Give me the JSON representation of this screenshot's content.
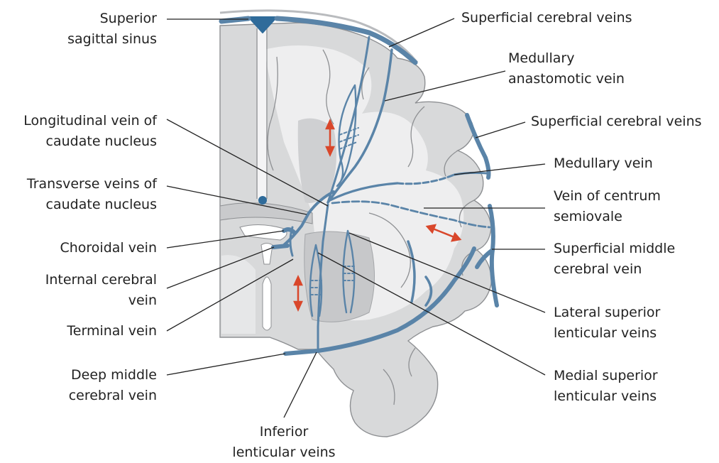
{
  "colors": {
    "vein": "#5a84a8",
    "vein_dark": "#3f6a91",
    "sinus": "#2f6b9a",
    "tissue": "#d8d9da",
    "tissue_light": "#eeeeef",
    "outline": "#8e9093",
    "arrow": "#d9472b",
    "leader": "#222222",
    "text": "#222222"
  },
  "labels": {
    "superior_sagittal_sinus": [
      "Superior",
      "sagittal sinus"
    ],
    "superficial_cerebral_veins_top": [
      "Superficial cerebral veins"
    ],
    "medullary_anastomotic_vein": [
      "Medullary",
      "anastomotic vein"
    ],
    "longitudinal_vein": [
      "Longitudinal vein of",
      "caudate nucleus"
    ],
    "superficial_cerebral_veins_right": [
      "Superficial cerebral veins"
    ],
    "medullary_vein": [
      "Medullary vein"
    ],
    "transverse_veins": [
      "Transverse veins of",
      "caudate nucleus"
    ],
    "vein_centrum_semiovale": [
      "Vein of centrum",
      "semiovale"
    ],
    "choroidal_vein": [
      "Choroidal vein"
    ],
    "superficial_middle_cerebral_vein": [
      "Superficial middle",
      "cerebral vein"
    ],
    "internal_cerebral_vein": [
      "Internal cerebral",
      "vein"
    ],
    "lateral_superior_lenticular_veins": [
      "Lateral superior",
      "lenticular veins"
    ],
    "terminal_vein": [
      "Terminal vein"
    ],
    "deep_middle_cerebral_vein": [
      "Deep middle",
      "cerebral vein"
    ],
    "medial_superior_lenticular_veins": [
      "Medial superior",
      "lenticular veins"
    ],
    "inferior_lenticular_veins": [
      "Inferior",
      "lenticular veins"
    ]
  }
}
